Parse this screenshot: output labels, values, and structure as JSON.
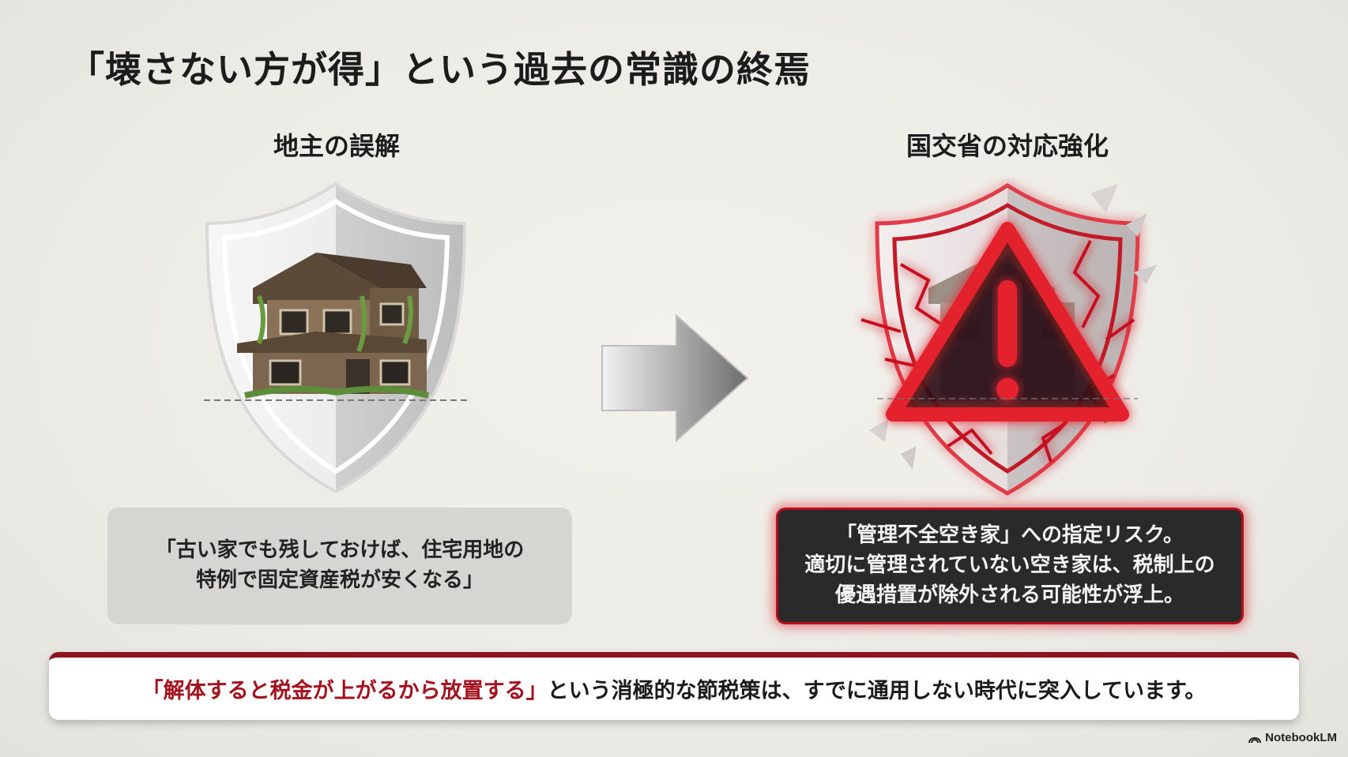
{
  "slide": {
    "title": "「壊さない方が得」という過去の常識の終焉"
  },
  "left": {
    "heading": "地主の誤解",
    "quote_lines": [
      "「古い家でも残しておけば、住宅用地の",
      "特例で固定資産税が安くなる」"
    ],
    "icon": "shield-house-icon"
  },
  "right": {
    "heading": "国交省の対応強化",
    "text_lines": [
      "「管理不全空き家」への指定リスク。",
      "適切に管理されていない空き家は、税制上の",
      "優遇措置が除外される可能性が浮上。"
    ],
    "icon": "cracked-shield-warning-icon"
  },
  "arrow": {
    "icon": "right-arrow-icon"
  },
  "banner": {
    "highlight": "「解体すると税金が上がるから放置する」",
    "rest": "という消極的な節税策は、すでに通用しない時代に突入しています。"
  },
  "brand": {
    "label": "NotebookLM",
    "icon": "notebooklm-logo-icon"
  },
  "colors": {
    "accent_red": "#a3121d",
    "dark_box": "#2a2a2a",
    "light_box": "#d6d5d2"
  }
}
